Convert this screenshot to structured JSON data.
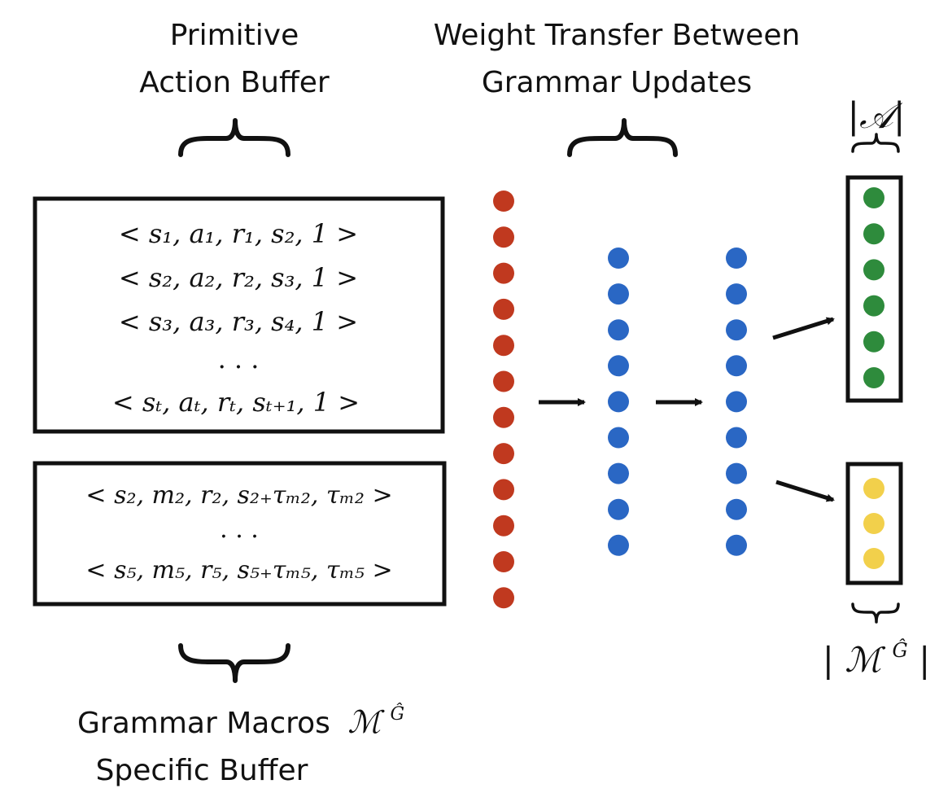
{
  "labels": {
    "primitive_buffer": [
      "Primitive",
      "Action Buffer"
    ],
    "weight_transfer": [
      "Weight Transfer Between",
      "Grammar Updates"
    ],
    "grammar_buffer_line1": "Grammar Macros",
    "grammar_buffer_symbol": "ℳ",
    "grammar_buffer_sup": "Ĝ",
    "grammar_buffer_line2": "Specific Buffer",
    "action_space": "|𝒜|",
    "macro_space_bar_left": "|",
    "macro_space_symbol": "ℳ",
    "macro_space_sup": "Ĝ",
    "macro_space_bar_right": "|"
  },
  "primitive_transitions": [
    "< s₁, a₁, r₁, s₂, 1 >",
    "< s₂, a₂, r₂, s₃, 1 >",
    "< s₃, a₃, r₃, s₄, 1 >",
    ". . .",
    "< sₜ, aₜ, rₜ, sₜ₊₁, 1 >"
  ],
  "macro_transitions": [
    "< s₂, m₂, r₂, s₂₊τₘ₂, τₘ₂ >",
    ". . .",
    "< s₅, m₅, r₅, s₅₊τₘ₅, τₘ₅ >"
  ],
  "network": {
    "input_nodes": 12,
    "hidden1_nodes": 9,
    "hidden2_nodes": 9,
    "action_head_nodes": 6,
    "macro_head_nodes": 3,
    "colors": {
      "input": "#c0391f",
      "hidden": "#2a67c4",
      "action_head": "#2e8b3c",
      "macro_head": "#f2d04b"
    }
  }
}
